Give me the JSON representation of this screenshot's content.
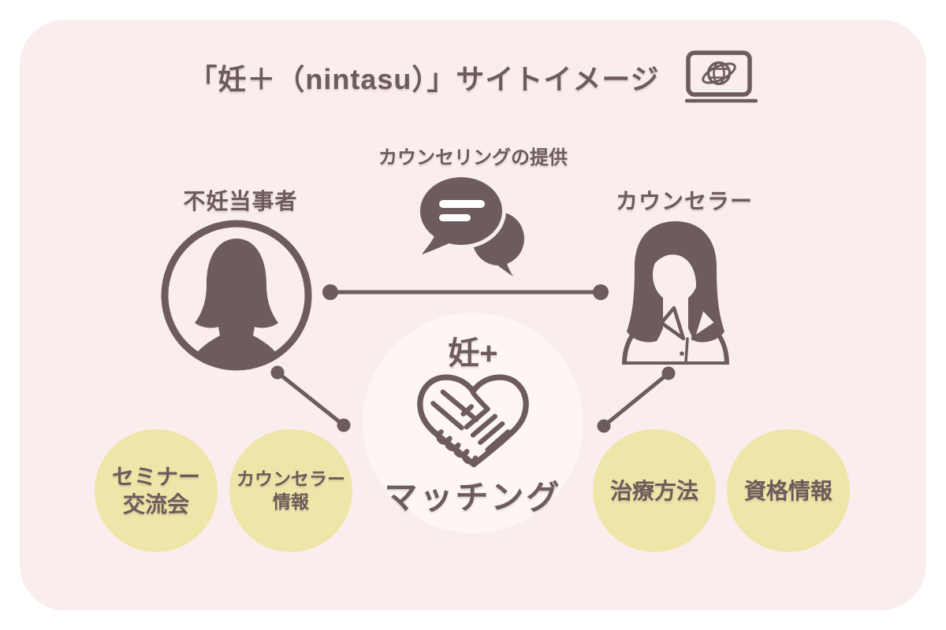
{
  "colors": {
    "page_bg": "#ffffff",
    "panel_bg": "#f9eded",
    "ink": "#6e5b5b",
    "topic_bg": "#f0e5a9",
    "center_bg": "#fdf6f5"
  },
  "header": {
    "title": "「妊＋（nintasu）」サイトイメージ",
    "icon": "laptop-globe"
  },
  "flow": {
    "top_label": "カウンセリングの提供",
    "left_actor": "不妊当事者",
    "right_actor": "カウンセラー"
  },
  "center": {
    "brand": "妊+",
    "icon": "heart-handshake",
    "label": "マッチング"
  },
  "topics": [
    {
      "line1": "セミナー",
      "line2": "交流会"
    },
    {
      "line1": "カウンセラー",
      "line2": "情報"
    },
    {
      "line1": "治療方法",
      "line2": ""
    },
    {
      "line1": "資格情報",
      "line2": ""
    }
  ]
}
